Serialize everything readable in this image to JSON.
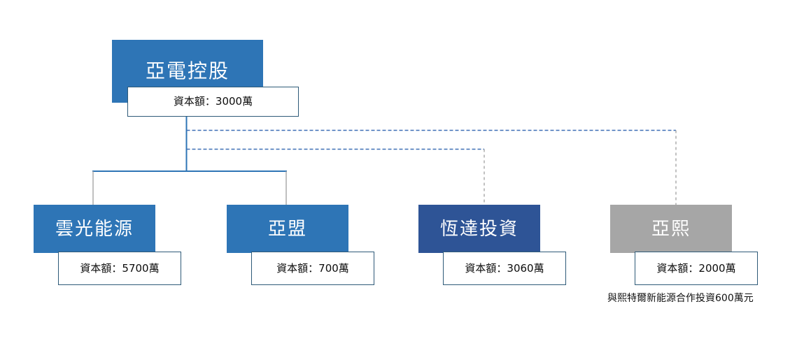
{
  "diagram": {
    "type": "organization-chart",
    "title_text": "",
    "colors": {
      "primary_blue": "#2E75B6",
      "navy_blue": "#2E5496",
      "gray": "#A6A6A6",
      "caption_border": "#2E5A78",
      "solid_connector": "#2E75B6",
      "gray_connector": "#A6A6A6",
      "dashed_connector": "#3E6FB5",
      "background": "#FFFFFF",
      "node_text": "#FFFFFF",
      "caption_text": "#0D0D0D"
    },
    "root": {
      "name": "亞電控股",
      "caption": "資本額：3000萬",
      "fill": "#2E75B6"
    },
    "children": [
      {
        "id": "c0",
        "name": "雲光能源",
        "caption": "資本額：5700萬",
        "fill": "#2E75B6",
        "connector": "solid"
      },
      {
        "id": "c1",
        "name": "亞盟",
        "caption": "資本額：700萬",
        "fill": "#2E75B6",
        "connector": "solid"
      },
      {
        "id": "c2",
        "name": "恆達投資",
        "caption": "資本額：3060萬",
        "fill": "#2E5496",
        "connector": "dashed"
      },
      {
        "id": "c3",
        "name": "亞熙",
        "caption": "資本額：2000萬",
        "fill": "#A6A6A6",
        "connector": "dashed"
      }
    ],
    "footnote": "與熙特爾新能源合作投資600萬元"
  }
}
